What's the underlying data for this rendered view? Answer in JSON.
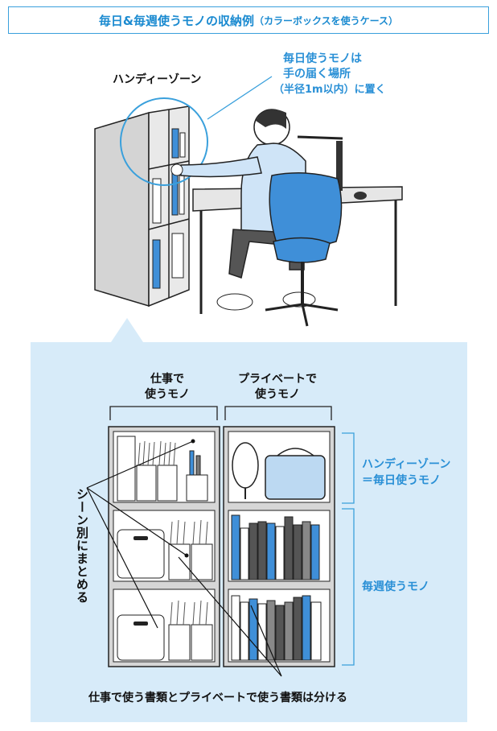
{
  "title": {
    "main": "毎日&毎週使うモノの収納例",
    "sub": "（カラーボックスを使うケース）"
  },
  "top_illustration": {
    "zone_label": "ハンディーゾーン",
    "callout_line1": "毎日使うモノは",
    "callout_line2": "手の届く場所",
    "callout_line3": "（半径1m以内）に置く"
  },
  "shelf_diagram": {
    "col_work_line1": "仕事で",
    "col_work_line2": "使うモノ",
    "col_private_line1": "プライベートで",
    "col_private_line2": "使うモノ",
    "handy_zone_line1": "ハンディーゾーン",
    "handy_zone_line2": "＝毎日使うモノ",
    "weekly_label": "毎週使うモノ",
    "scene_label": "シーン別にまとめる",
    "bottom_caption": "仕事で使う書類とプライベートで使う書類は分ける"
  },
  "colors": {
    "accent_blue": "#2a90d6",
    "panel_bg": "#d7ebf9",
    "chair_blue": "#3f8fd8",
    "shelf_gray": "#d6d6d6"
  }
}
